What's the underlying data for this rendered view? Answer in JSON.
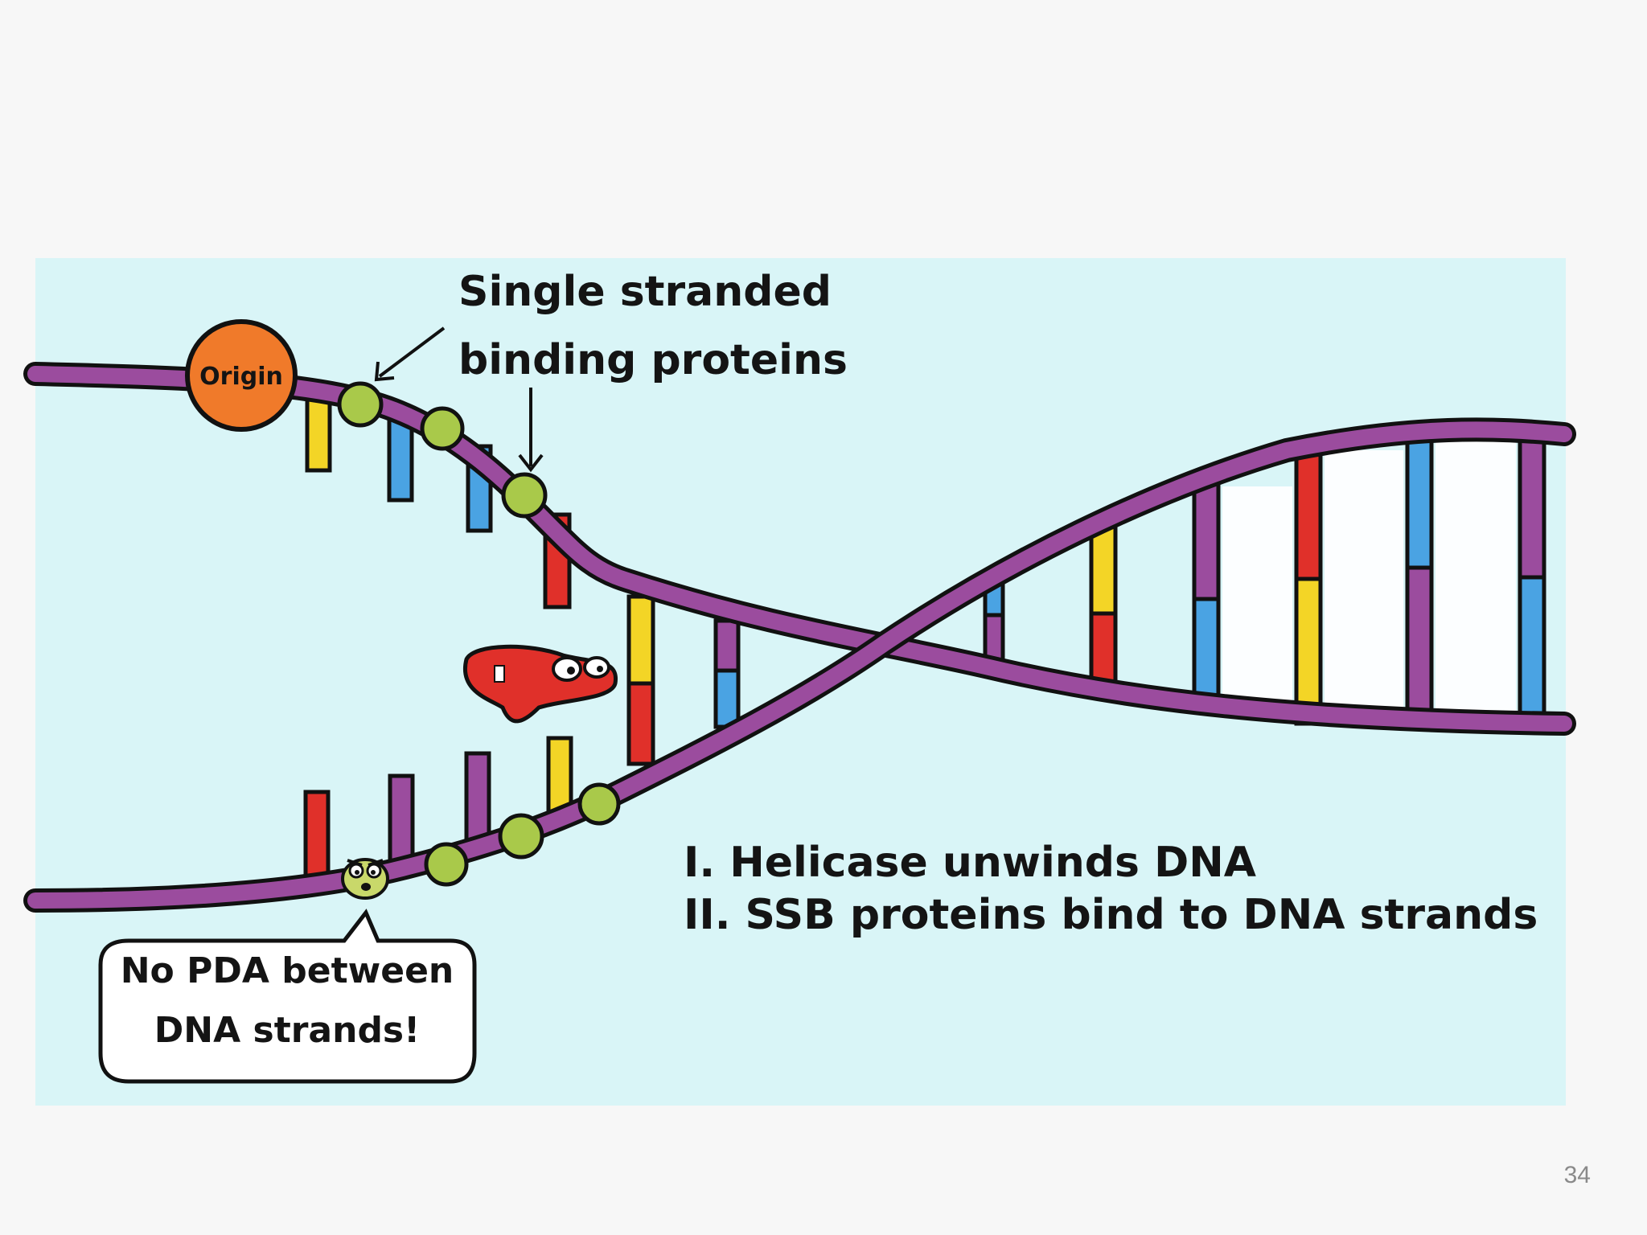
{
  "diagram": {
    "origin_label": "Origin",
    "ssb_label": [
      "Single stranded",
      "binding proteins"
    ],
    "steps": [
      "I. Helicase unwinds DNA",
      "II. SSB proteins bind to DNA strands"
    ],
    "speech_bubble": [
      "No PDA between",
      "DNA strands!"
    ],
    "colors": {
      "background": "#d9f5f7",
      "strand": "#9b4c9e",
      "outline": "#111111",
      "ssb": "#a9c94a",
      "origin": "#f07a2a",
      "helicase": "#e0302a",
      "base_yellow": "#f3d526",
      "base_blue": "#4aa3e3",
      "base_red": "#e0302a",
      "base_purple": "#9b4c9e"
    }
  },
  "slide": {
    "page_number": "34"
  }
}
